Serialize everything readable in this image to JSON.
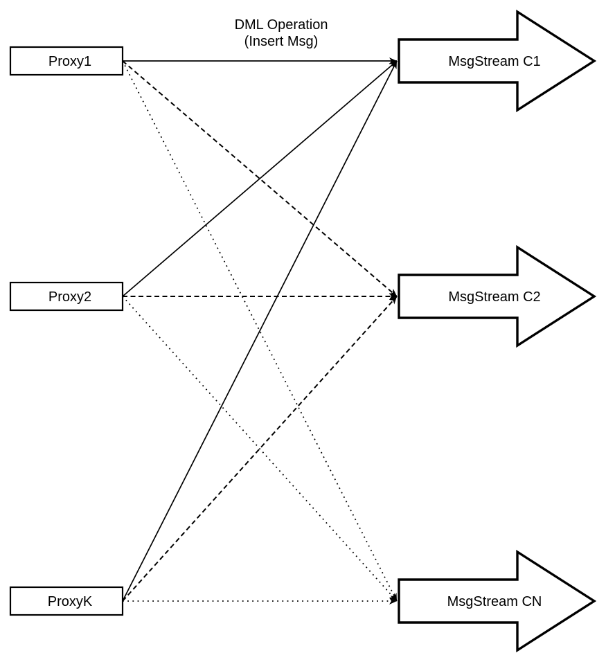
{
  "title": {
    "line1": "DML Operation",
    "line2": "(Insert Msg)"
  },
  "proxies": [
    {
      "label": "Proxy1"
    },
    {
      "label": "Proxy2"
    },
    {
      "label": "ProxyK"
    }
  ],
  "streams": [
    {
      "label": "MsgStream C1"
    },
    {
      "label": "MsgStream C2"
    },
    {
      "label": "MsgStream CN"
    }
  ],
  "edges": [
    {
      "from": "Proxy1",
      "to": "MsgStream C1",
      "style": "solid"
    },
    {
      "from": "Proxy1",
      "to": "MsgStream C2",
      "style": "dashed"
    },
    {
      "from": "Proxy1",
      "to": "MsgStream CN",
      "style": "dotted"
    },
    {
      "from": "Proxy2",
      "to": "MsgStream C1",
      "style": "solid"
    },
    {
      "from": "Proxy2",
      "to": "MsgStream C2",
      "style": "dashed"
    },
    {
      "from": "Proxy2",
      "to": "MsgStream CN",
      "style": "dotted"
    },
    {
      "from": "ProxyK",
      "to": "MsgStream C1",
      "style": "solid"
    },
    {
      "from": "ProxyK",
      "to": "MsgStream C2",
      "style": "dashed"
    },
    {
      "from": "ProxyK",
      "to": "MsgStream CN",
      "style": "dotted"
    }
  ],
  "colors": {
    "ink": "#000000",
    "fill": "#ffffff"
  }
}
